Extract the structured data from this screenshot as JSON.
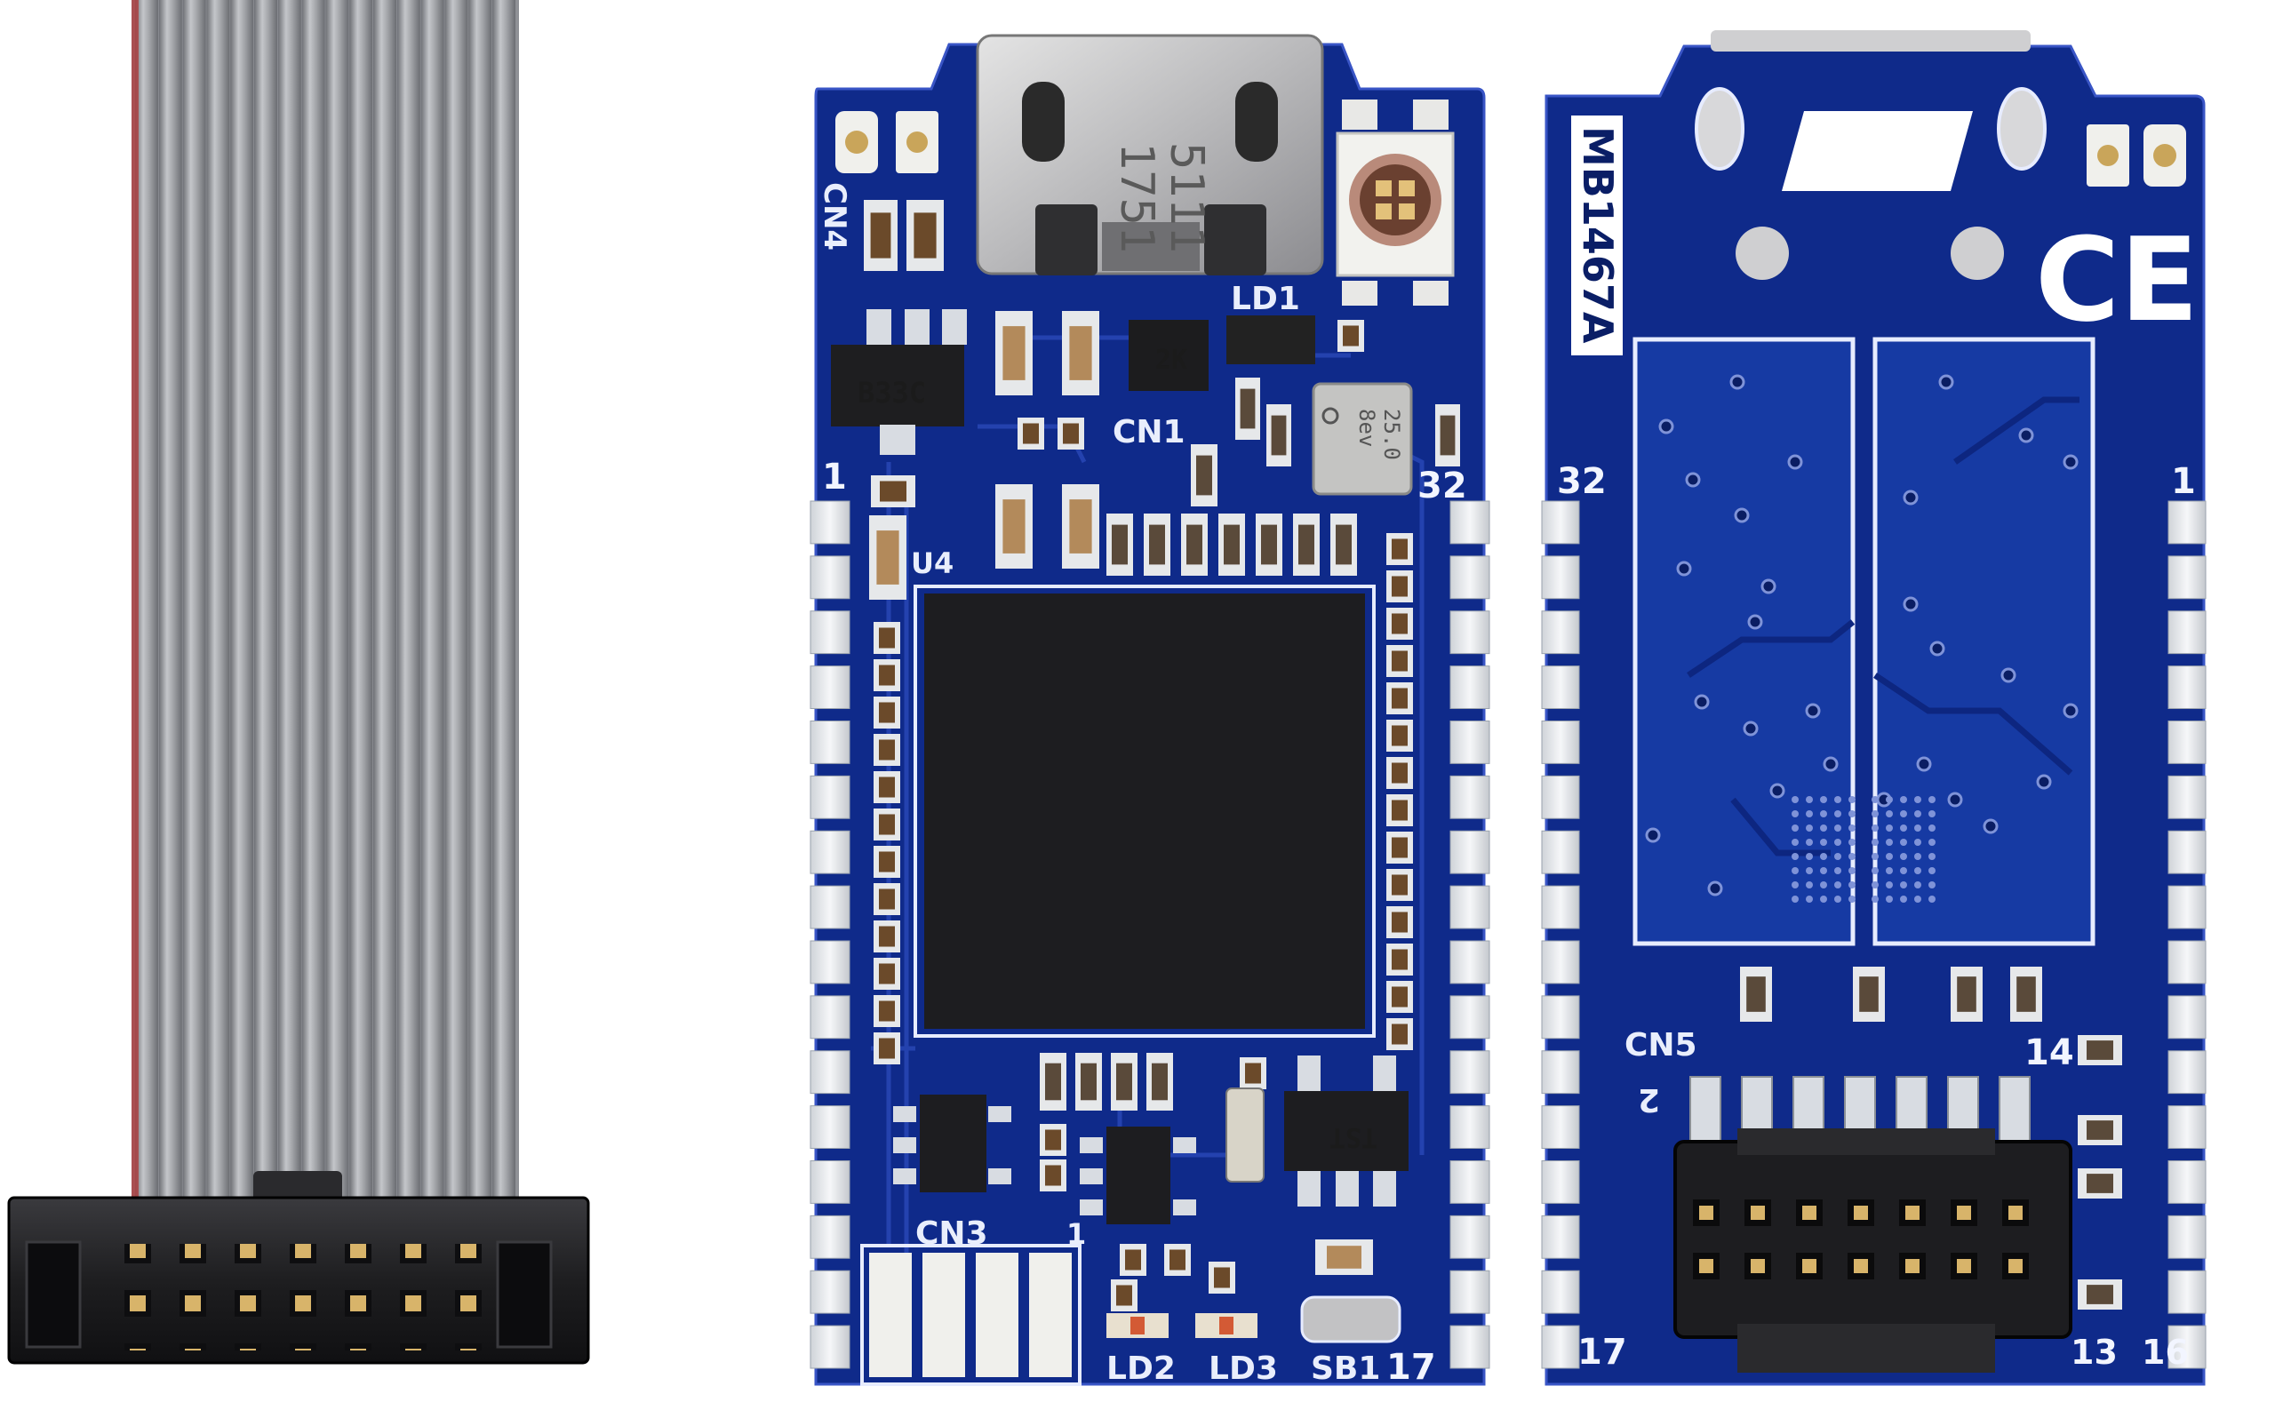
{
  "photo": {
    "objects": [
      "ribbon-cable-with-idc-connector",
      "board-front-view",
      "board-back-view"
    ]
  },
  "colors": {
    "pcb_blue": "#0f2a8a",
    "pcb_trace_blue": "#1b3aa8",
    "silkscreen": "#e9eefc",
    "gold_pad": "#d8b46a",
    "cable_grey": "#9ea0a4",
    "cable_red_stripe": "#b23a3a",
    "connector_black": "#1c1c1e"
  },
  "front": {
    "usb_marking_1": "1751",
    "usb_marking_2": "5111",
    "cn4": "CN4",
    "cn1": "CN1",
    "ld1": "LD1",
    "ic_b33c": "B33C",
    "ic_2k": "2K",
    "pin_1": "1",
    "pin_32": "32",
    "u4": "U4",
    "crystal": "25.0\n8ev",
    "crystal_line1": "25.0",
    "crystal_line2": "8ev",
    "cn3": "CN3",
    "cn3_pin": "1",
    "ic_tst": "TST",
    "ld2": "LD2",
    "ld3": "LD3",
    "sb1": "SB1",
    "pin_17": "17"
  },
  "back": {
    "board_id": "MB1467A",
    "st_logo": "ST",
    "ce_mark": "CE",
    "pin_32": "32",
    "pin_1": "1",
    "cn5": "CN5",
    "cn5_pin": "2",
    "pin_14": "14",
    "pin_17": "17",
    "pin_13": "13",
    "pin_16": "16"
  }
}
